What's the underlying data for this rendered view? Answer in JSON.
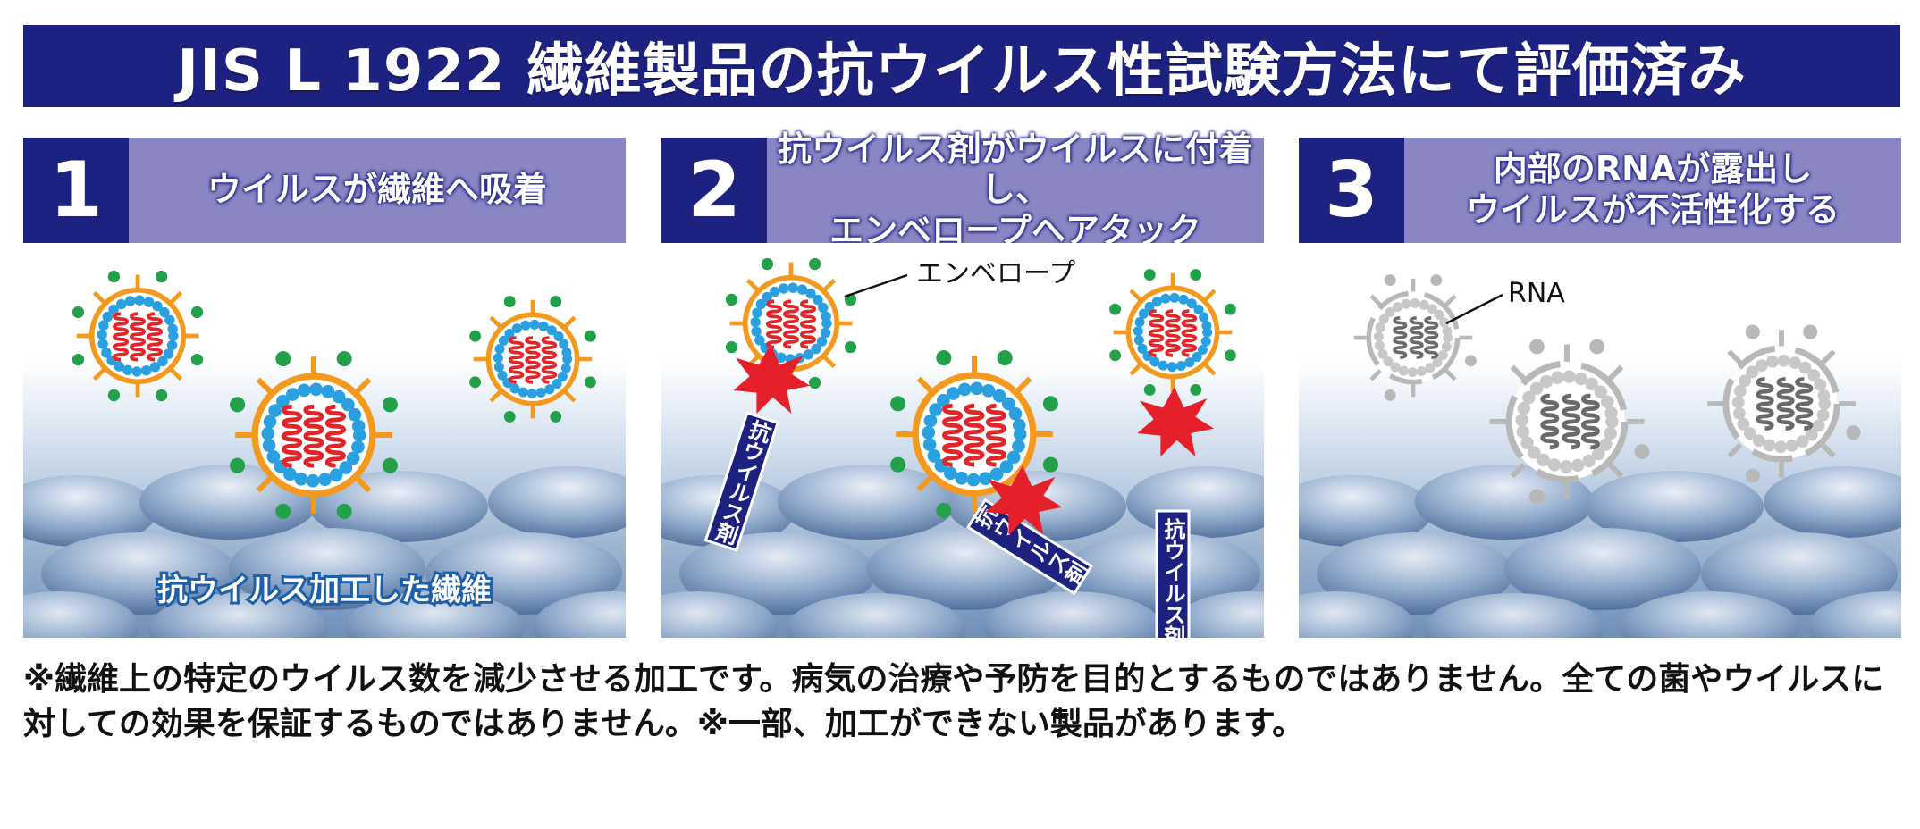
{
  "title": "JIS L 1922 繊維製品の抗ウイルス性試験方法にて評価済み",
  "panels": [
    {
      "number": "1",
      "caption": "ウイルスが繊維へ吸着",
      "label_fiber": "抗ウイルス加工した繊維"
    },
    {
      "number": "2",
      "caption": "抗ウイルス剤がウイルスに付着し、\nエンベロープへアタック",
      "label_envelope": "エンベロープ",
      "label_agent": "抗ウイルス剤"
    },
    {
      "number": "3",
      "caption": "内部のRNAが露出し\nウイルスが不活性化する",
      "label_rna": "RNA"
    }
  ],
  "footnote": "※繊維上の特定のウイルス数を減少させる加工です。病気の治療や予防を目的とするものではありません。全ての菌やウイルスに対しての効果を保証するものではありません。※一部、加工ができない製品があります。",
  "colors": {
    "navy": "#1d2180",
    "lavender": "#8a86c4",
    "envelope_orange": "#f39a1e",
    "bead_blue": "#2aa0e0",
    "spike_green": "#22a04a",
    "rna_red": "#e0262a",
    "burst_red": "#e6202a",
    "inactive_gray": "#b8b8b8"
  }
}
